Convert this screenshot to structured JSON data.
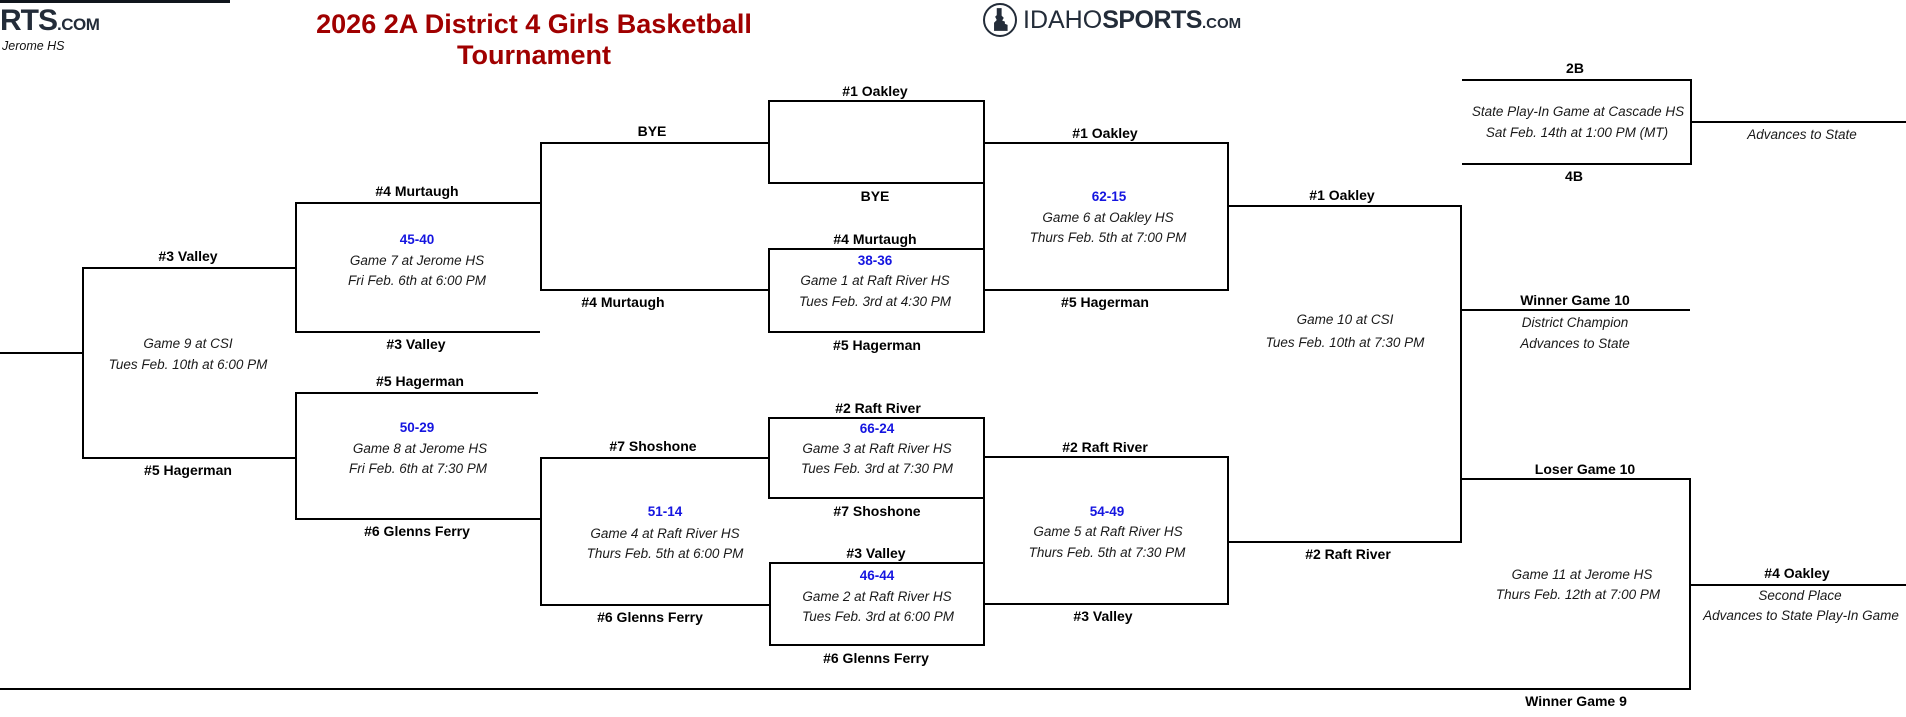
{
  "page": {
    "title": "2026 2A District 4 Girls Basketball Tournament"
  },
  "branding": {
    "partial_logo_rts": "RTS",
    "partial_logo_com": ".COM",
    "partial_logo_caption": "Jerome HS",
    "idahosports": {
      "idaho": "IDAHO",
      "sports": "SPORTS",
      "com": ".COM"
    }
  },
  "colors": {
    "title_red": "#a00000",
    "score_blue": "#1515e0",
    "brand_navy": "#232c39",
    "line_black": "#000000"
  },
  "games": {
    "bye_matchup": {
      "top_team": "#1 Oakley",
      "bottom_team": "BYE"
    },
    "game1": {
      "top_team": "#4 Murtaugh",
      "score": "38-36",
      "venue": "Game 1 at Raft River HS",
      "datetime": "Tues Feb. 3rd at 4:30 PM",
      "bottom_team": "#5 Hagerman"
    },
    "game2": {
      "top_team": "#3 Valley",
      "score": "46-44",
      "venue": "Game 2 at Raft River HS",
      "datetime": "Tues Feb. 3rd at 6:00 PM",
      "bottom_team": "#6 Glenns Ferry"
    },
    "game3": {
      "top_team": "#2 Raft River",
      "score": "66-24",
      "venue": "Game 3 at Raft River HS",
      "datetime": "Tues Feb. 3rd at 7:30 PM",
      "bottom_team": "#7 Shoshone"
    },
    "game4": {
      "top_team": "#7 Shoshone",
      "score": "51-14",
      "venue": "Game 4 at Raft River HS",
      "datetime": "Thurs Feb. 5th at 6:00 PM",
      "bottom_team": "#6 Glenns Ferry"
    },
    "game5": {
      "top_team": "#2 Raft River",
      "score": "54-49",
      "venue": "Game 5 at Raft River HS",
      "datetime": "Thurs Feb. 5th at 7:30 PM",
      "bottom_team": "#3 Valley",
      "winner": "#2 Raft River"
    },
    "game6": {
      "top_team": "#1 Oakley",
      "score": "62-15",
      "venue": "Game 6 at Oakley HS",
      "datetime": "Thurs Feb. 5th at 7:00 PM",
      "bottom_team": "#5 Hagerman",
      "winner": "#1 Oakley"
    },
    "game7": {
      "top_team": "#4 Murtaugh",
      "score": "45-40",
      "venue": "Game 7 at Jerome HS",
      "datetime": "Fri Feb. 6th at 6:00 PM",
      "bottom_team": "#3 Valley"
    },
    "game8": {
      "top_team": "#5 Hagerman",
      "score": "50-29",
      "venue": "Game 8 at Jerome HS",
      "datetime": "Fri Feb. 6th at 7:30 PM",
      "bottom_team": "#6 Glenns Ferry"
    },
    "game9": {
      "top_team": "#3 Valley",
      "venue": "Game 9 at CSI",
      "datetime": "Tues Feb. 10th at 6:00 PM",
      "bottom_team": "#5 Hagerman"
    },
    "game10": {
      "venue": "Game 10 at CSI",
      "datetime": "Tues Feb. 10th at 7:30 PM"
    },
    "game11": {
      "venue": "Game 11 at Jerome HS",
      "datetime": "Thurs Feb. 12th at 7:00 PM"
    }
  },
  "feeders": {
    "bye_drop": "BYE",
    "murtaugh_drop": "#4 Murtaugh"
  },
  "results": {
    "winner_game10_label": "Winner Game 10",
    "winner_game10_line1": "District Champion",
    "winner_game10_line2": "Advances to State",
    "loser_game10_label": "Loser Game 10",
    "winner_game9_label": "Winner Game 9",
    "second_place_team": "#4 Oakley",
    "second_place_line1": "Second Place",
    "second_place_line2": "Advances to State Play-In Game"
  },
  "state_playin": {
    "top_label": "2B",
    "bottom_label": "4B",
    "line1": "State Play-In Game at Cascade HS",
    "line2": "Sat Feb. 14th at 1:00 PM (MT)",
    "advance": "Advances to State"
  }
}
